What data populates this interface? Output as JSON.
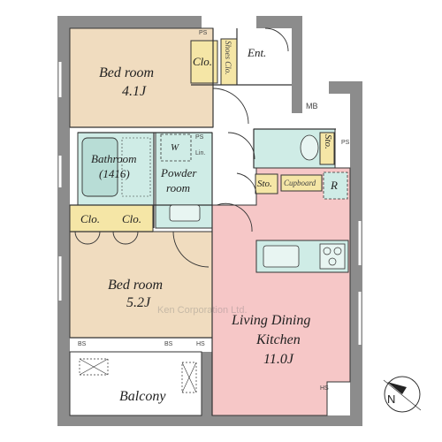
{
  "colors": {
    "wall": "#8c8c8c",
    "bedroom": "#f0dcbf",
    "wet": "#cfece6",
    "closet": "#f5e6a6",
    "ldk": "#f6c7c7",
    "balcony": "#ffffff",
    "line": "#333333"
  },
  "rooms": {
    "bedroom1": {
      "name": "Bed room",
      "size": "4.1J"
    },
    "bedroom2": {
      "name": "Bed room",
      "size": "5.2J"
    },
    "bathroom": {
      "name": "Bathroom",
      "size": "(1416)"
    },
    "powder": {
      "name1": "Powder",
      "name2": "room"
    },
    "ldk": {
      "line1": "Living Dining",
      "line2": "Kitchen",
      "size": "11.0J"
    },
    "balcony": {
      "name": "Balcony"
    },
    "entrance": {
      "name": "Ent."
    },
    "shoes": {
      "name": "Shoes Clo."
    },
    "closet_top": {
      "name": "Clo."
    },
    "closet_a": {
      "name": "Clo."
    },
    "closet_b": {
      "name": "Clo."
    },
    "washer": {
      "name": "W"
    },
    "linen": {
      "name": "Lin."
    },
    "storage_top": {
      "name": "Sto."
    },
    "storage_mid": {
      "name": "Sto."
    },
    "cupboard": {
      "name": "Cupboard"
    },
    "fridge": {
      "name": "R"
    },
    "mb": {
      "name": "MB"
    }
  },
  "marks": {
    "ps1": "PS",
    "ps2": "PS",
    "ps3": "PS",
    "bs1": "BS",
    "bs2": "BS",
    "hs1": "HS",
    "hs2": "HS"
  },
  "compass": {
    "label": "N",
    "icon": "north-arrow-icon"
  },
  "watermark": "Ken Corporation Ltd."
}
